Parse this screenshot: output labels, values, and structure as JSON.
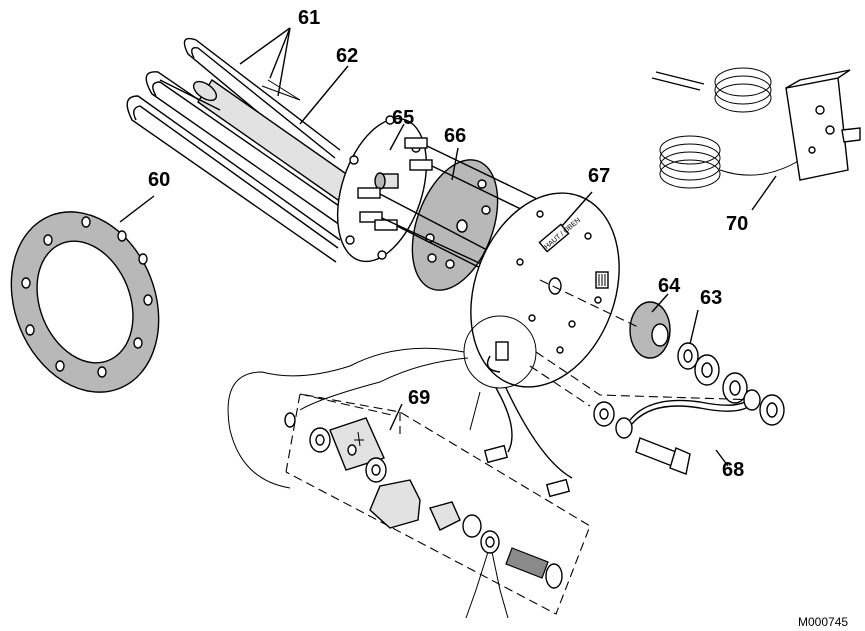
{
  "labels": {
    "l60": "60",
    "l61": "61",
    "l62": "62",
    "l63": "63",
    "l64": "64",
    "l65": "65",
    "l66": "66",
    "l67": "67",
    "l68": "68",
    "l69": "69",
    "l70": "70"
  },
  "plate_marking": "HAUT / OBEN",
  "reference_code": "M000745"
}
